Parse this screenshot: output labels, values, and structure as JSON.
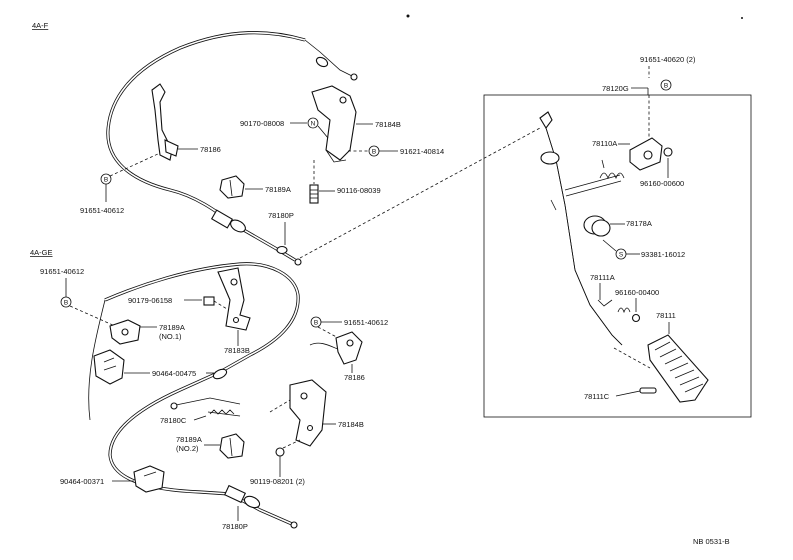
{
  "sections": {
    "top_left": "4A-F",
    "bottom_left": "4A-GE"
  },
  "footer": "NB 0531-B",
  "labels": {
    "l_91651_40620": "91651-40620 (2)",
    "l_78120G": "78120G",
    "l_78110A": "78110A",
    "l_96160_00600": "96160-00600",
    "l_78178A": "78178A",
    "l_93381_16012": "93381-16012",
    "l_78111A": "78111A",
    "l_96160_00400": "96160-00400",
    "l_78111": "78111",
    "l_78111C": "78111C",
    "l_78184B_top": "78184B",
    "l_90170_08008": "90170-08008",
    "l_91621_40814": "91621-40814",
    "l_78186_top": "78186",
    "l_78189A_top": "78189A",
    "l_90116_08039": "90116-08039",
    "l_78180P_top": "78180P",
    "l_91651_40612_top": "91651-40612",
    "l_91651_40612_ge": "91651-40612",
    "l_90179_06158": "90179-06158",
    "l_78189A_no1": "78189A",
    "l_no1": "(NO.1)",
    "l_78183B": "78183B",
    "l_91651_40612_ge2": "91651-40612",
    "l_78186_ge": "78186",
    "l_90464_00475": "90464-00475",
    "l_78180C": "78180C",
    "l_78184B_ge": "78184B",
    "l_78189A_no2": "78189A",
    "l_no2": "(NO.2)",
    "l_90119_08201": "90119-08201 (2)",
    "l_90464_00371": "90464-00371",
    "l_78180P_ge": "78180P"
  },
  "markers": {
    "B": "B",
    "N": "N",
    "S": "S"
  }
}
